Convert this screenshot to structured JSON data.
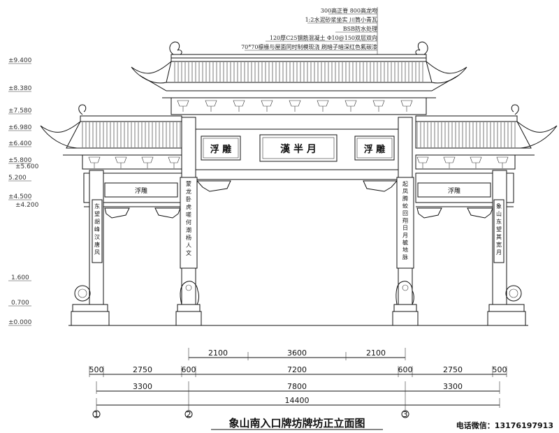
{
  "construction_notes": [
    "300高正脊 800高龙吻",
    "1:2水泥砂浆坐实 川筒小青瓦",
    "BSB防水处理",
    "120厚C25钢筋混凝土 Φ10@150双层双向",
    "70*70檩椽与屋面同时制模现浇 刷暗子暗深红色氟碳漆"
  ],
  "elevations": [
    "±9.400",
    "±8.380",
    "±7.580",
    "±6.980",
    "±6.400",
    "±5.800",
    "±5.600",
    "5.200",
    "±4.500",
    "±4.200",
    "1.600",
    "0.700",
    "±0.000"
  ],
  "plaques": {
    "center": "漢 半 月",
    "left_main": "浮 雕",
    "right_main": "浮 雕",
    "left_side": "浮雕",
    "right_side": "浮雕"
  },
  "couplets": {
    "inner_left": "蒙龙卧虎嗟何潮杨人文",
    "inner_right": "起凤腾蛟回翔日月毓地脉",
    "outer_left": "东望胡峰汉唐风",
    "outer_right": "象山东望其宽月"
  },
  "dimensions": {
    "row1": [
      "2100",
      "3600",
      "2100"
    ],
    "row2": [
      "500",
      "2750",
      "600",
      "7200",
      "600",
      "2750",
      "500"
    ],
    "row3": [
      "3300",
      "7800",
      "3300"
    ],
    "row4": [
      "14400"
    ]
  },
  "axis_markers": [
    "1",
    "2",
    "3"
  ],
  "title": "象山南入口牌坊牌坊正立面图",
  "phone": "电话微信：13176197913"
}
